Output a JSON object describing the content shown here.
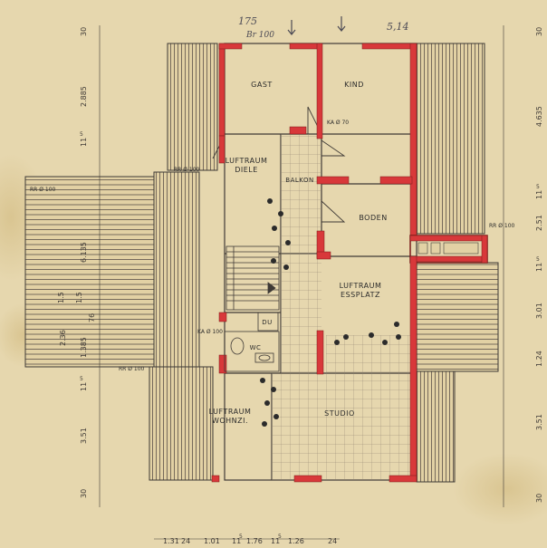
{
  "plan": {
    "colors": {
      "paper": "#e6d7ae",
      "ink": "#3f3a36",
      "wall": "#d8383a",
      "wall_outline": "#7a1a18",
      "plant": "#2b2b2b",
      "hand": "#4c4a55"
    },
    "rooms": {
      "gast": "GAST",
      "kind": "KIND",
      "luftraum_diele": [
        "LUFTRAUM",
        "DIELE"
      ],
      "balkon": "BALKON",
      "boden": "BODEN",
      "luftraum_essplatz": [
        "LUFTRAUM",
        "ESSPLATZ"
      ],
      "du": "DU",
      "wc": "WC",
      "luftraum_wohnzi": [
        "LUFTRAUM",
        "WOHNZI."
      ],
      "studio": "STUDIO"
    },
    "fixtures": {
      "ka_70": "KA Ø 70",
      "ka_100": "KA Ø 100",
      "rr_100_a": "RR Ø 100",
      "rr_100_b": "RR Ø 100",
      "rr_100_c": "RR Ø 100",
      "rr_100_d": "RR Ø 100"
    },
    "handwriting": {
      "top_a": "175",
      "top_b": "Br 100",
      "top_c": "5,14"
    },
    "dims_left": [
      "30",
      "2.885",
      "11",
      "5",
      "6.135",
      "1.5",
      "1.5",
      "76",
      "2.36",
      "1.385",
      "11",
      "5",
      "3.51",
      "30"
    ],
    "dims_right": [
      "30",
      "4.635",
      "11",
      "5",
      "2.51",
      "11",
      "5",
      "3.01",
      "1.24",
      "3.51",
      "30"
    ],
    "dims_bottom": [
      "1.31",
      "24",
      "1.01",
      "11",
      "5",
      "1.76",
      "11",
      "5",
      "1.26",
      "24"
    ]
  }
}
